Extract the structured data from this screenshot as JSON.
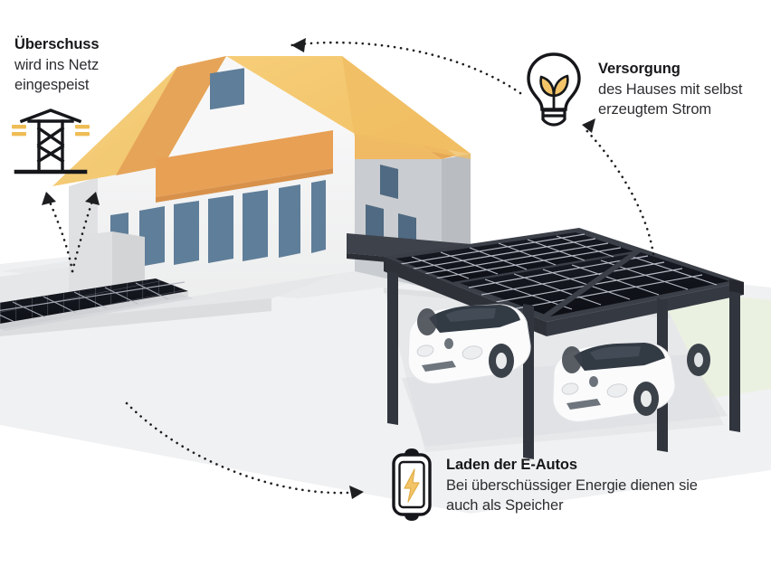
{
  "infographic": {
    "title": "Solar energy flow at a home with photovoltaic carport",
    "background_color": "#ffffff"
  },
  "callouts": [
    {
      "id": "grid-feed-in",
      "title": "Überschuss",
      "body_line1": "wird ins Netz",
      "body_line2": "eingespeist",
      "icon": "transmission-tower-icon"
    },
    {
      "id": "house-supply",
      "title": "Versorgung",
      "body_line1": "des Hauses mit selbst",
      "body_line2": "erzeugtem Strom",
      "icon": "lightbulb-leaf-icon"
    },
    {
      "id": "ev-charging",
      "title": "Laden der E-Autos",
      "body_line1": "Bei überschüssiger Energie dienen sie",
      "body_line2": "auch als Speicher",
      "icon": "battery-bolt-icon"
    }
  ],
  "colors": {
    "roof_light": "#f5cb74",
    "roof_mid": "#eeb95d",
    "roof_dark": "#e4a055",
    "balcony_band": "#e8a055",
    "wall_light": "#f4f4f5",
    "wall_shade": "#e3e4e6",
    "wall_grey": "#c3c6c9",
    "window_blue": "#5f7e99",
    "panel_dark": "#15171f",
    "carport_body": "#3c4049",
    "carport_dark": "#2b2e35",
    "ground_grey": "#dcdddf",
    "ground_light": "#ebecee",
    "lawn_green": "#e8f0dc",
    "car_white": "#fbfbfc",
    "car_glass": "#2f3740",
    "accent_yellow": "#f0bf52",
    "ink": "#17181a"
  },
  "icon_labels": {
    "pylon": "transmission-tower-icon",
    "bulb": "lightbulb-leaf-icon",
    "battery": "battery-bolt-icon",
    "arrow_to_roof": "dotted-arrow-to-house",
    "arrow_to_bulb": "dotted-arrow-to-bulb",
    "arrow_to_pylon": "dotted-arrow-to-pylon",
    "arrow_to_battery": "dotted-arrow-to-battery"
  }
}
